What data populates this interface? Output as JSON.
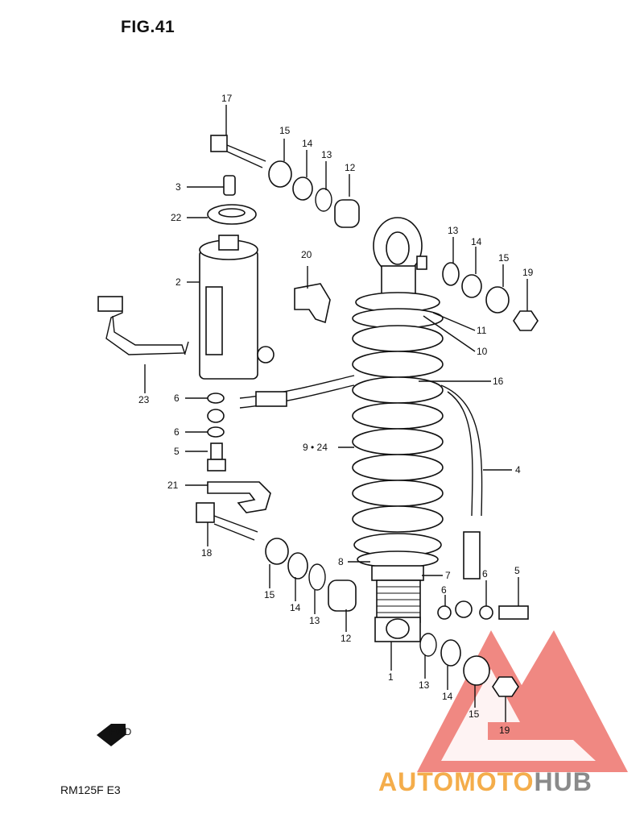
{
  "figure": {
    "title": "FIG.41",
    "model": "RM125F E3"
  },
  "watermark": {
    "brand_part1": "AUTOMOTO",
    "brand_part2": "HUB",
    "color_primary": "#e8463c",
    "color_secondary": "#f4ad4b",
    "color_text2": "#8a8a8a"
  },
  "fwd_label": "FWD",
  "callouts": {
    "c1": "1",
    "c2": "2",
    "c3": "3",
    "c4": "4",
    "c5a": "5",
    "c5b": "5",
    "c6a": "6",
    "c6b": "6",
    "c6c": "6",
    "c6d": "6",
    "c7": "7",
    "c8": "8",
    "c9_24": "9 • 24",
    "c10": "10",
    "c11": "11",
    "c12a": "12",
    "c12b": "12",
    "c13a": "13",
    "c13b": "13",
    "c13c": "13",
    "c13d": "13",
    "c14a": "14",
    "c14b": "14",
    "c14c": "14",
    "c14d": "14",
    "c15a": "15",
    "c15b": "15",
    "c15c": "15",
    "c15d": "15",
    "c16": "16",
    "c17": "17",
    "c18": "18",
    "c19a": "19",
    "c19b": "19",
    "c20": "20",
    "c21": "21",
    "c22": "22",
    "c23": "23"
  }
}
